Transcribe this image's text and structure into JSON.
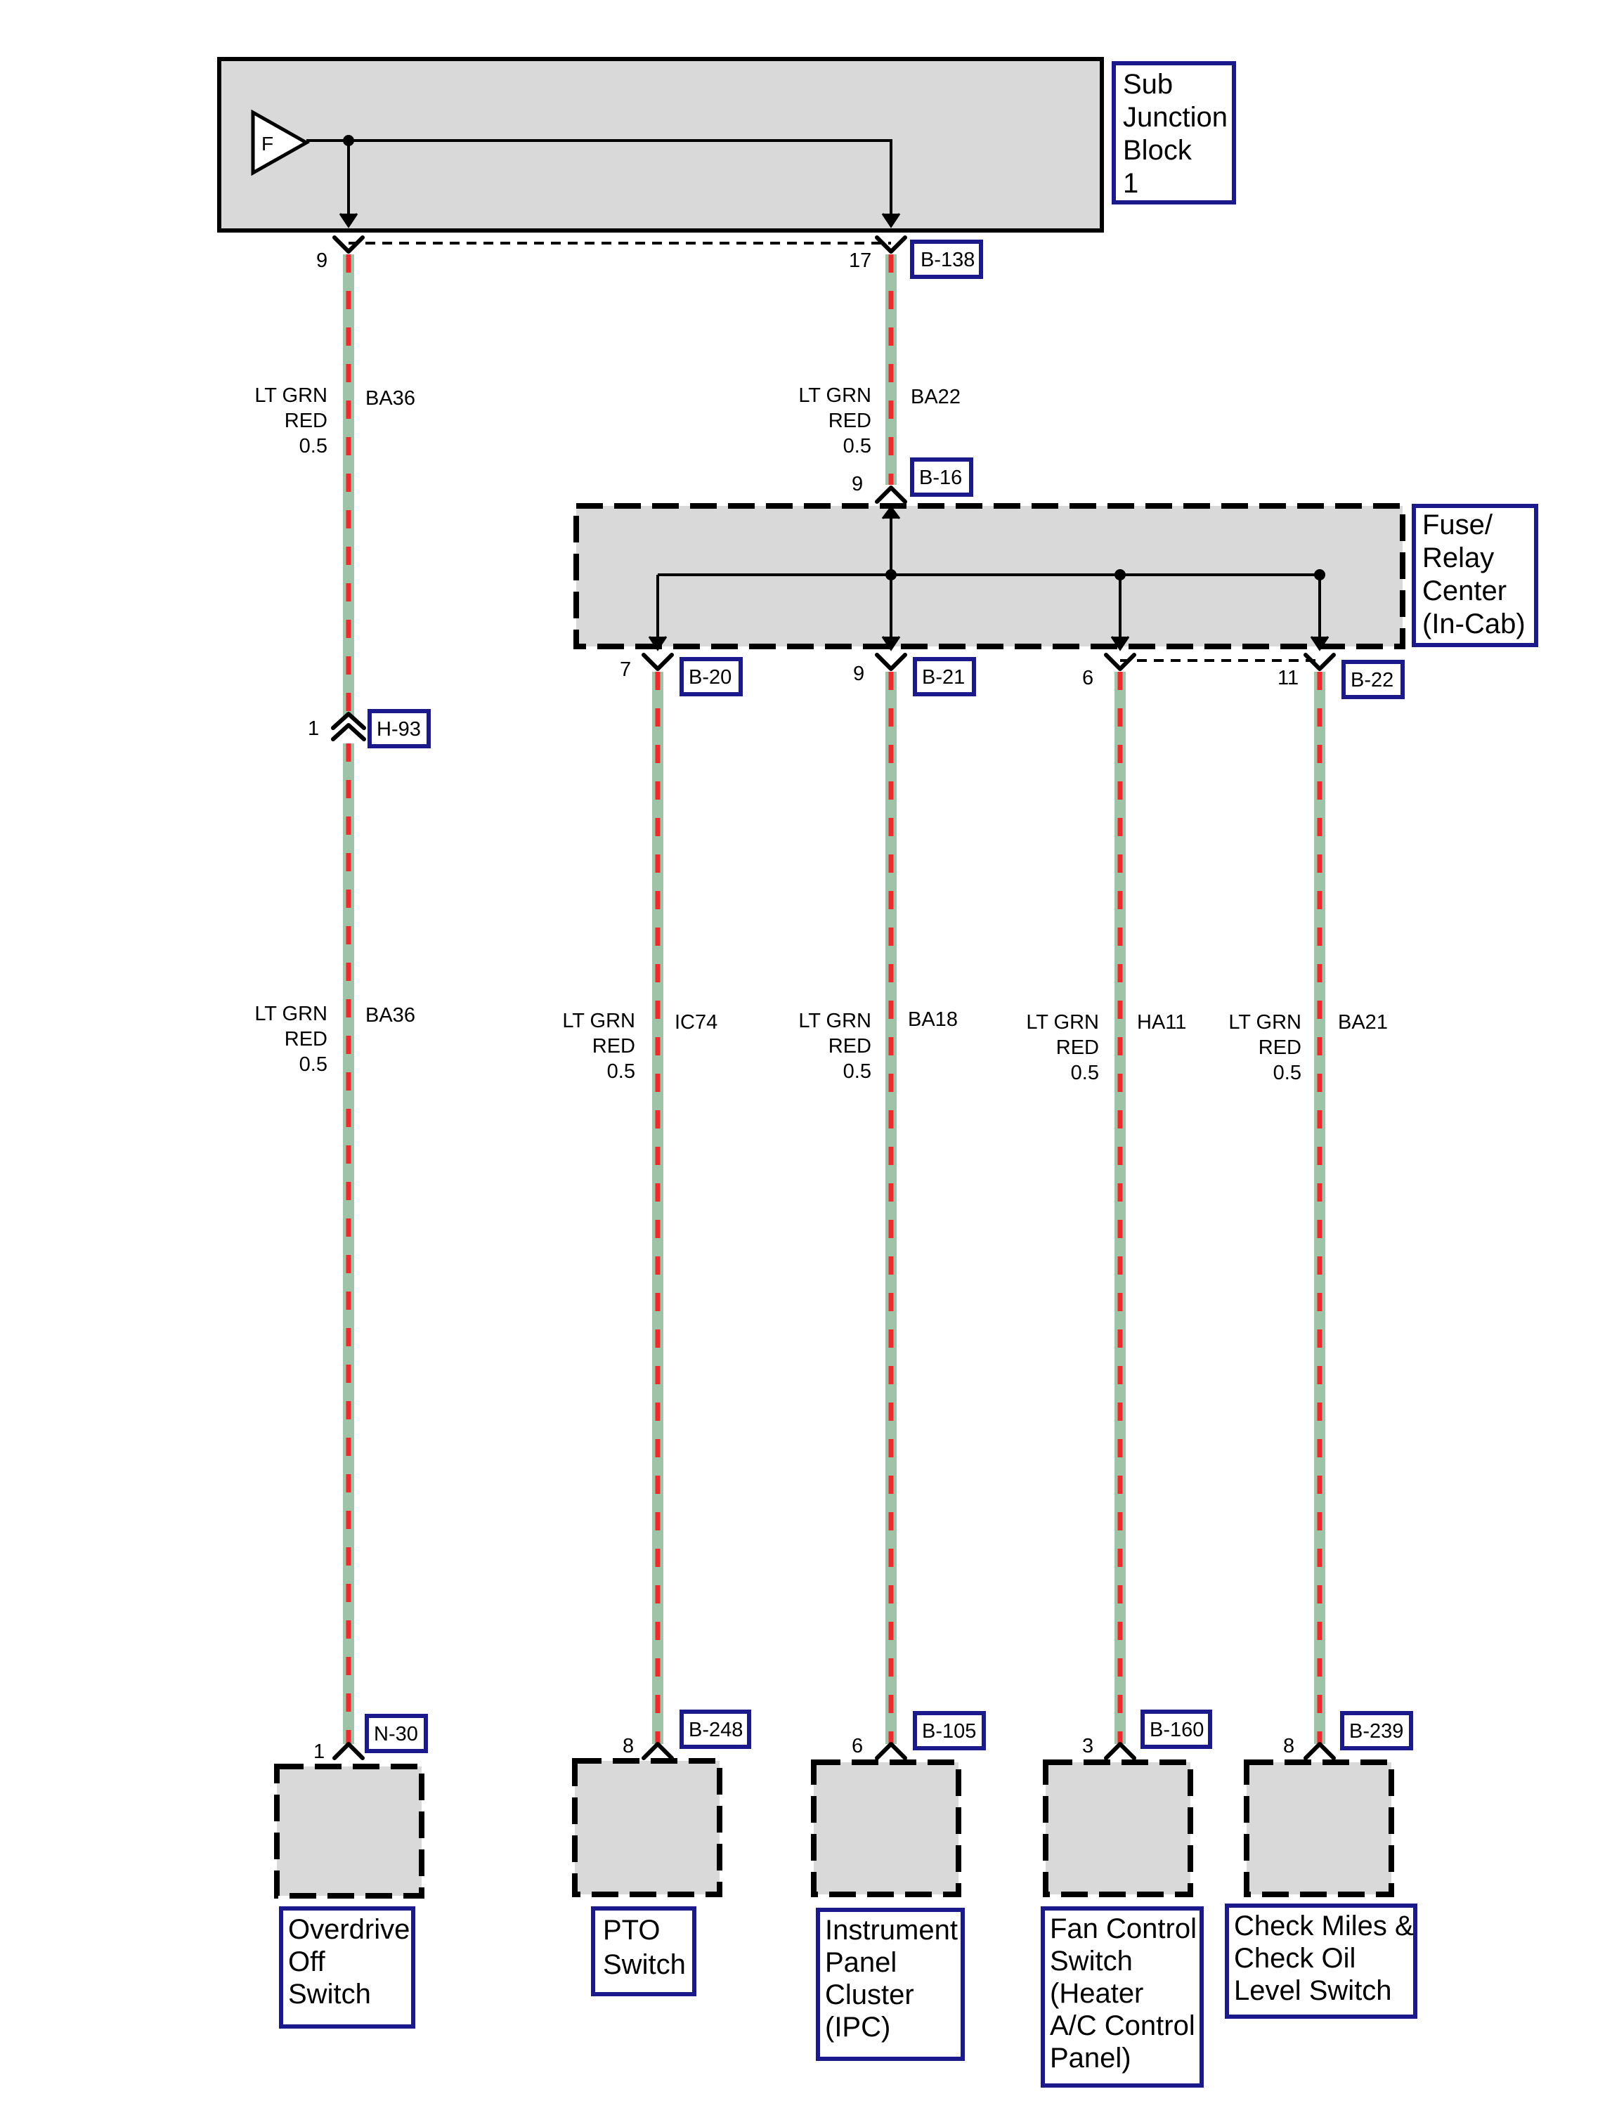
{
  "sub_junction_block": {
    "label_lines": [
      "Sub",
      "Junction",
      "Block",
      "1"
    ],
    "source_symbol": "F",
    "pins": [
      "9",
      "17"
    ],
    "connector": "B-138"
  },
  "fuse_relay_center": {
    "label_lines": [
      "Fuse/",
      "Relay",
      "Center",
      "(In-Cab)"
    ],
    "input_pin": "9",
    "input_connector": "B-16",
    "output_pins": [
      "7",
      "9",
      "6",
      "11"
    ],
    "output_connectors": [
      "B-20",
      "B-21",
      "B-22"
    ]
  },
  "wires": [
    {
      "color_lines": [
        "LT GRN",
        "RED",
        "0.5"
      ],
      "circuit": "BA36"
    },
    {
      "color_lines": [
        "LT GRN",
        "RED",
        "0.5"
      ],
      "circuit": "BA22"
    },
    {
      "color_lines": [
        "LT GRN",
        "RED",
        "0.5"
      ],
      "circuit": "BA36"
    },
    {
      "color_lines": [
        "LT GRN",
        "RED",
        "0.5"
      ],
      "circuit": "IC74"
    },
    {
      "color_lines": [
        "LT GRN",
        "RED",
        "0.5"
      ],
      "circuit": "BA18"
    },
    {
      "color_lines": [
        "LT GRN",
        "RED",
        "0.5"
      ],
      "circuit": "HA11"
    },
    {
      "color_lines": [
        "LT GRN",
        "RED",
        "0.5"
      ],
      "circuit": "BA21"
    }
  ],
  "inline_connector": {
    "pin": "1",
    "connector": "H-93"
  },
  "components": [
    {
      "pin": "1",
      "connector": "N-30",
      "label_lines": [
        "Overdrive",
        "Off",
        "Switch"
      ]
    },
    {
      "pin": "8",
      "connector": "B-248",
      "label_lines": [
        "PTO",
        "Switch"
      ]
    },
    {
      "pin": "6",
      "connector": "B-105",
      "label_lines": [
        "Instrument",
        "Panel",
        "Cluster",
        "(IPC)"
      ]
    },
    {
      "pin": "3",
      "connector": "B-160",
      "label_lines": [
        "Fan Control",
        "Switch",
        "(Heater",
        "A/C Control",
        "Panel)"
      ]
    },
    {
      "pin": "8",
      "connector": "B-239",
      "label_lines": [
        "Check Miles &",
        "Check Oil",
        "Level Switch"
      ]
    }
  ],
  "colors": {
    "wire_base": "#9ec3a7",
    "wire_stripe": "#ee2a2f",
    "label_border": "#1a1a8c",
    "box_fill": "#d9d9d9"
  }
}
